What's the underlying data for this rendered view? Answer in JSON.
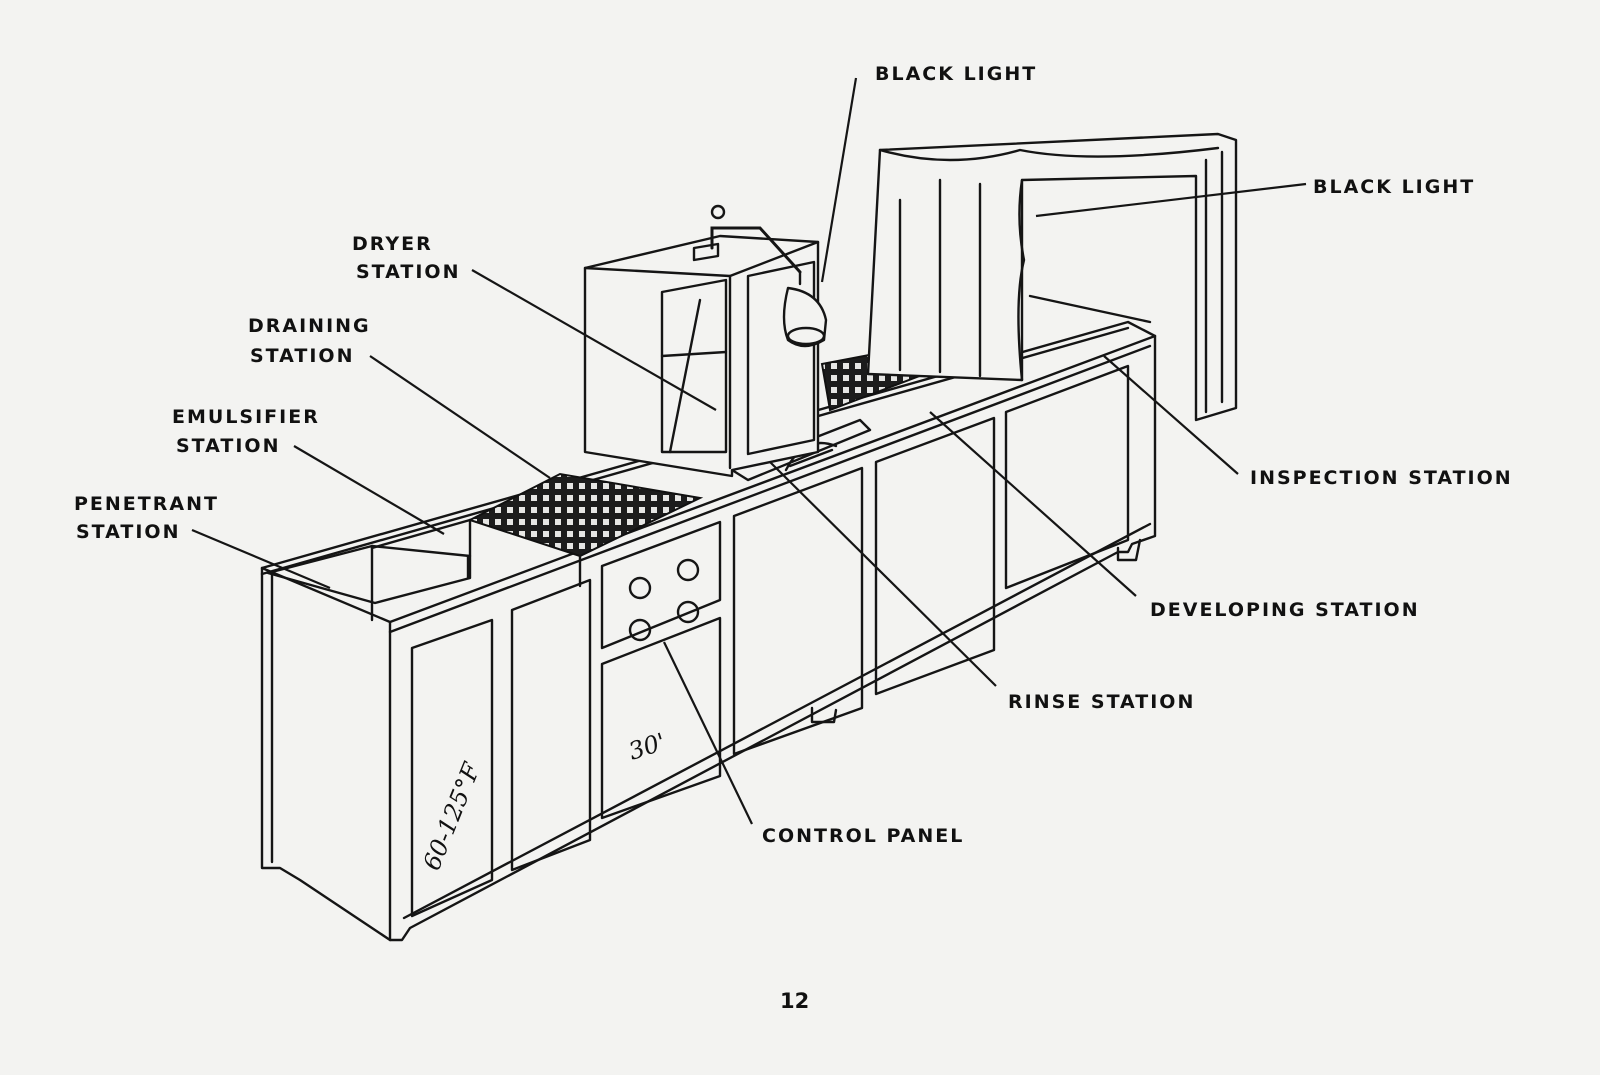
{
  "figure": {
    "labels": {
      "black_light_top": "BLACK LIGHT",
      "black_light_right": "BLACK LIGHT",
      "dryer_line1": "DRYER",
      "dryer_line2": "STATION",
      "draining_line1": "DRAINING",
      "draining_line2": "STATION",
      "emulsifier_line1": "EMULSIFIER",
      "emulsifier_line2": "STATION",
      "penetrant_line1": "PENETRANT",
      "penetrant_line2": "STATION",
      "inspection": "INSPECTION STATION",
      "developing": "DEVELOPING STATION",
      "rinse": "RINSE STATION",
      "control_panel": "CONTROL PANEL"
    },
    "handwritten": {
      "temperature": "60-125°F",
      "time": "30'"
    },
    "page_number": "12"
  }
}
